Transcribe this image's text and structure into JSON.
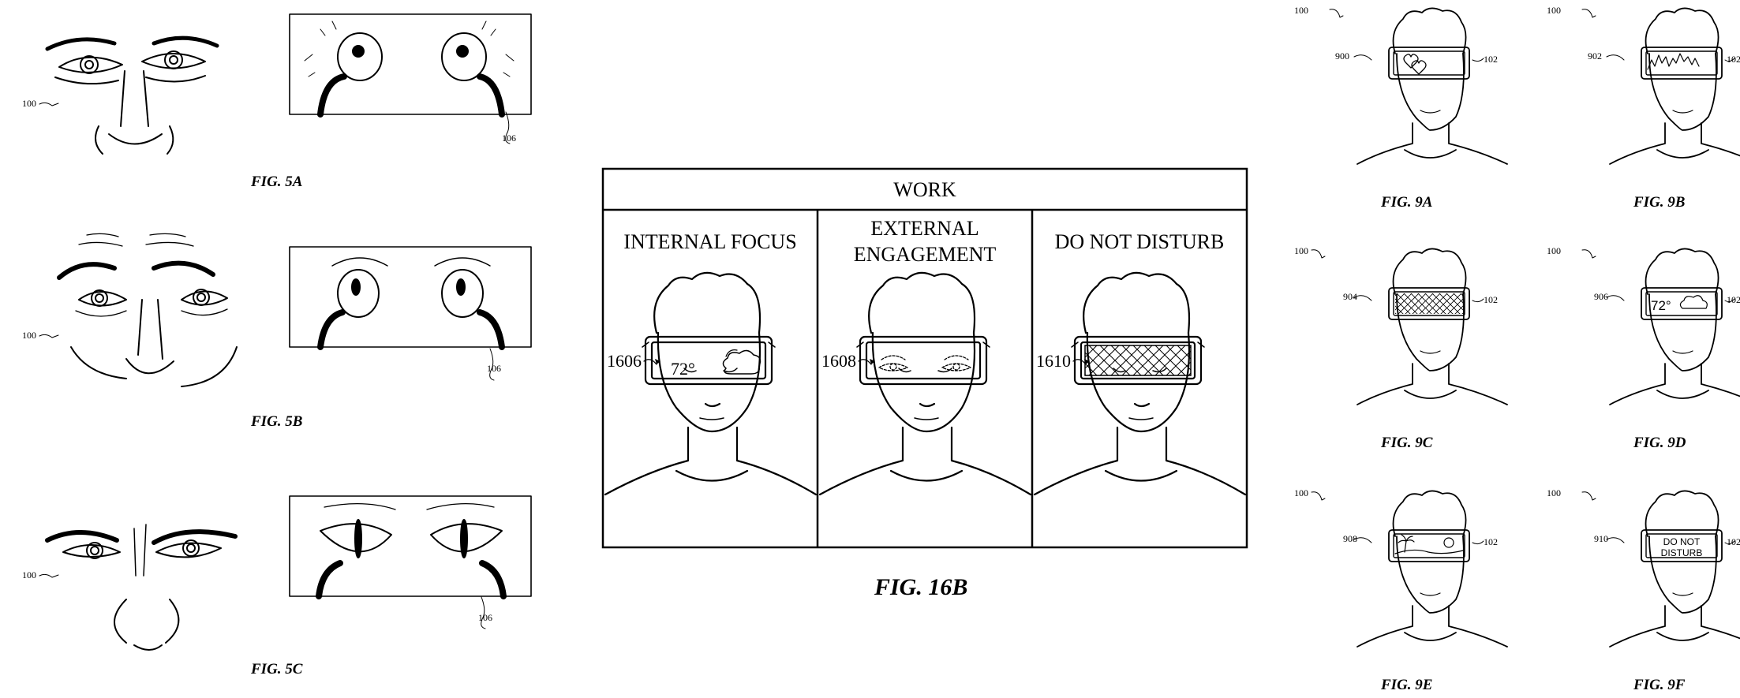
{
  "fig5": [
    {
      "caption": "FIG. 5A",
      "ref_person": "100",
      "ref_display": "106"
    },
    {
      "caption": "FIG. 5B",
      "ref_person": "100",
      "ref_display": "106"
    },
    {
      "caption": "FIG. 5C",
      "ref_person": "100",
      "ref_display": "106"
    }
  ],
  "fig16b": {
    "caption": "FIG. 16B",
    "header": "WORK",
    "panels": [
      {
        "title_lines": [
          "INTERNAL FOCUS"
        ],
        "ref": "1606",
        "temp": "72°"
      },
      {
        "title_lines": [
          "EXTERNAL",
          "ENGAGEMENT"
        ],
        "ref": "1608"
      },
      {
        "title_lines": [
          "DO NOT DISTURB"
        ],
        "ref": "1610"
      }
    ]
  },
  "fig9": [
    {
      "caption": "FIG. 9A",
      "ref_person": "100",
      "ref_display": "900",
      "ref_device": "102"
    },
    {
      "caption": "FIG. 9B",
      "ref_person": "100",
      "ref_display": "902",
      "ref_device": "102"
    },
    {
      "caption": "FIG. 9C",
      "ref_person": "100",
      "ref_display": "904",
      "ref_device": "102"
    },
    {
      "caption": "FIG. 9D",
      "ref_person": "100",
      "ref_display": "906",
      "ref_device": "102",
      "temp": "72°"
    },
    {
      "caption": "FIG. 9E",
      "ref_person": "100",
      "ref_display": "908",
      "ref_device": "102"
    },
    {
      "caption": "FIG. 9F",
      "ref_person": "100",
      "ref_display": "910",
      "ref_device": "102",
      "dnd_lines": [
        "DO NOT",
        "DISTURB"
      ]
    }
  ]
}
